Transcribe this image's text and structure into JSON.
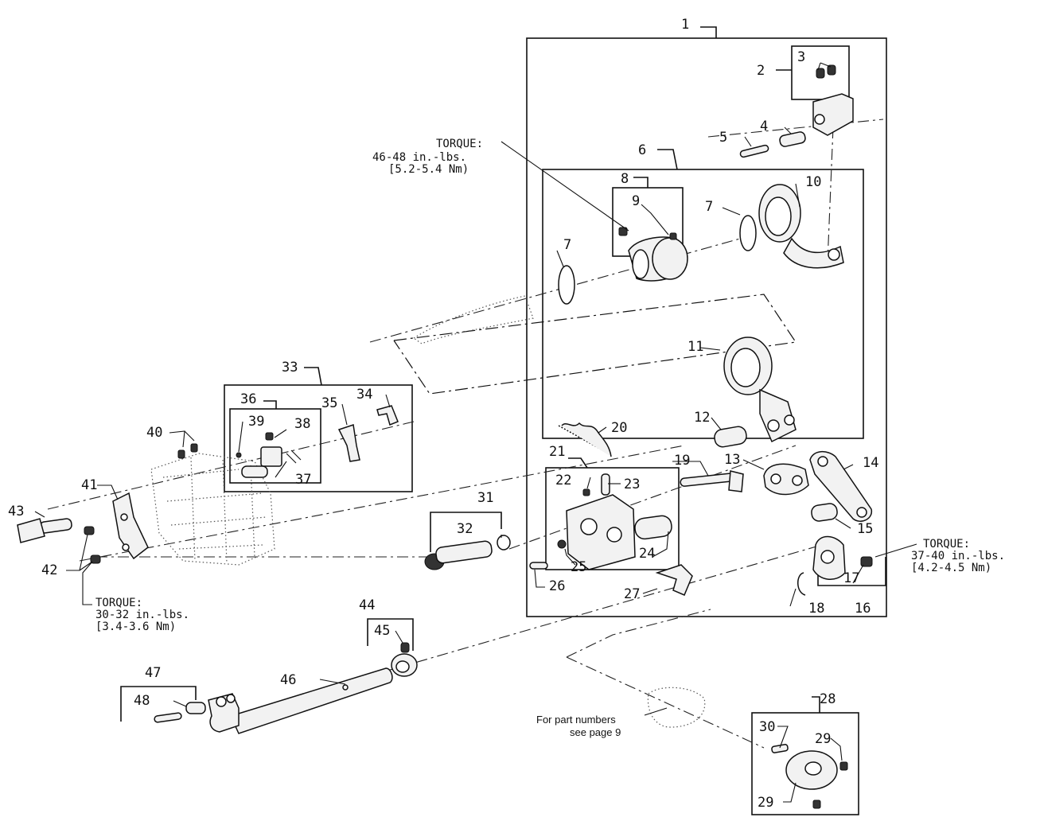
{
  "callouts": [
    "1",
    "2",
    "3",
    "4",
    "5",
    "6",
    "7",
    "7",
    "8",
    "9",
    "10",
    "11",
    "12",
    "13",
    "14",
    "15",
    "16",
    "17",
    "18",
    "19",
    "20",
    "21",
    "22",
    "23",
    "24",
    "25",
    "26",
    "27",
    "28",
    "29",
    "29",
    "30",
    "31",
    "32",
    "33",
    "34",
    "35",
    "36",
    "37",
    "38",
    "39",
    "40",
    "41",
    "42",
    "43",
    "44",
    "45",
    "46",
    "47",
    "48"
  ],
  "torque_notes": [
    {
      "heading": "TORQUE:",
      "line1": "46-48 in.-lbs.",
      "line2": "[5.2-5.4 Nm)"
    },
    {
      "heading": "TORQUE:",
      "line1": "37-40 in.-lbs.",
      "line2": "[4.2-4.5 Nm)"
    },
    {
      "heading": "TORQUE:",
      "line1": "30-32 in.-lbs.",
      "line2": "[3.4-3.6 Nm)"
    }
  ],
  "reference_note": {
    "line1": "For part numbers",
    "line2": "see page 9"
  }
}
